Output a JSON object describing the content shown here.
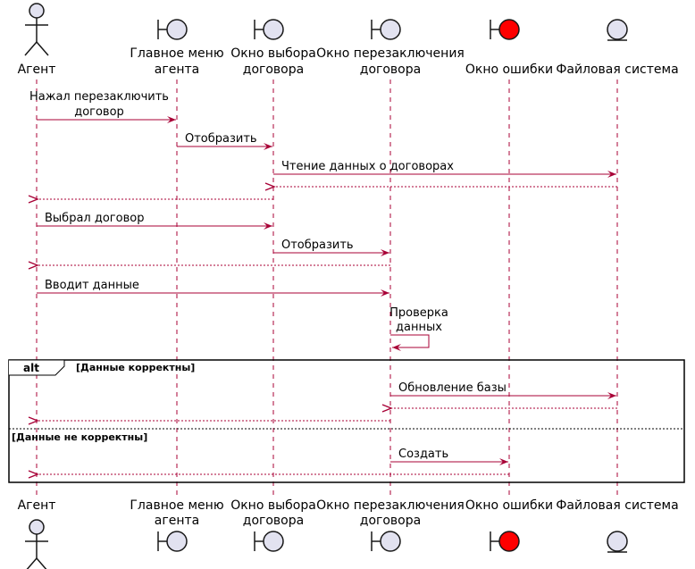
{
  "diagram": {
    "type": "sequence",
    "participants": [
      {
        "id": "agent",
        "kind": "actor",
        "label": [
          "Агент"
        ]
      },
      {
        "id": "menu",
        "kind": "boundary",
        "label": [
          "Главное меню",
          "агента"
        ]
      },
      {
        "id": "choose",
        "kind": "boundary",
        "label": [
          "Окно выбора",
          "договора"
        ]
      },
      {
        "id": "reconclude",
        "kind": "boundary",
        "label": [
          "Окно перезаключения",
          "договора"
        ]
      },
      {
        "id": "error",
        "kind": "boundary",
        "label": [
          "Окно ошибки"
        ],
        "color": "#ff0000"
      },
      {
        "id": "fs",
        "kind": "entity",
        "label": [
          "Файловая система"
        ]
      }
    ],
    "messages": [
      {
        "from": "agent",
        "to": "menu",
        "label": [
          "Нажал перезаключить",
          "договор"
        ],
        "style": "sync"
      },
      {
        "from": "menu",
        "to": "choose",
        "label": [
          "Отобразить"
        ],
        "style": "sync"
      },
      {
        "from": "choose",
        "to": "fs",
        "label": [
          "Чтение данных о договорах"
        ],
        "style": "sync"
      },
      {
        "from": "fs",
        "to": "choose",
        "label": [],
        "style": "return"
      },
      {
        "from": "choose",
        "to": "agent",
        "label": [],
        "style": "return"
      },
      {
        "from": "agent",
        "to": "choose",
        "label": [
          "Выбрал договор"
        ],
        "style": "sync"
      },
      {
        "from": "choose",
        "to": "reconclude",
        "label": [
          "Отобразить"
        ],
        "style": "sync"
      },
      {
        "from": "reconclude",
        "to": "agent",
        "label": [],
        "style": "return"
      },
      {
        "from": "agent",
        "to": "reconclude",
        "label": [
          "Вводит данные"
        ],
        "style": "sync"
      },
      {
        "from": "reconclude",
        "to": "reconclude",
        "label": [
          "Проверка",
          "данных"
        ],
        "style": "self"
      },
      {
        "from": "reconclude",
        "to": "fs",
        "label": [
          "Обновление базы"
        ],
        "style": "sync"
      },
      {
        "from": "fs",
        "to": "reconclude",
        "label": [],
        "style": "return"
      },
      {
        "from": "reconclude",
        "to": "agent",
        "label": [],
        "style": "return"
      },
      {
        "from": "reconclude",
        "to": "error",
        "label": [
          "Создать"
        ],
        "style": "sync"
      },
      {
        "from": "error",
        "to": "agent",
        "label": [],
        "style": "return"
      }
    ],
    "fragment": {
      "keyword": "alt",
      "conditions": [
        "[Данные корректны]",
        "[Данные не корректны]"
      ]
    },
    "colors": {
      "lifeline": "#a80036",
      "shape_fill": "#e2e2f0",
      "shape_stroke": "#181818",
      "error_fill": "#ff0000"
    }
  }
}
